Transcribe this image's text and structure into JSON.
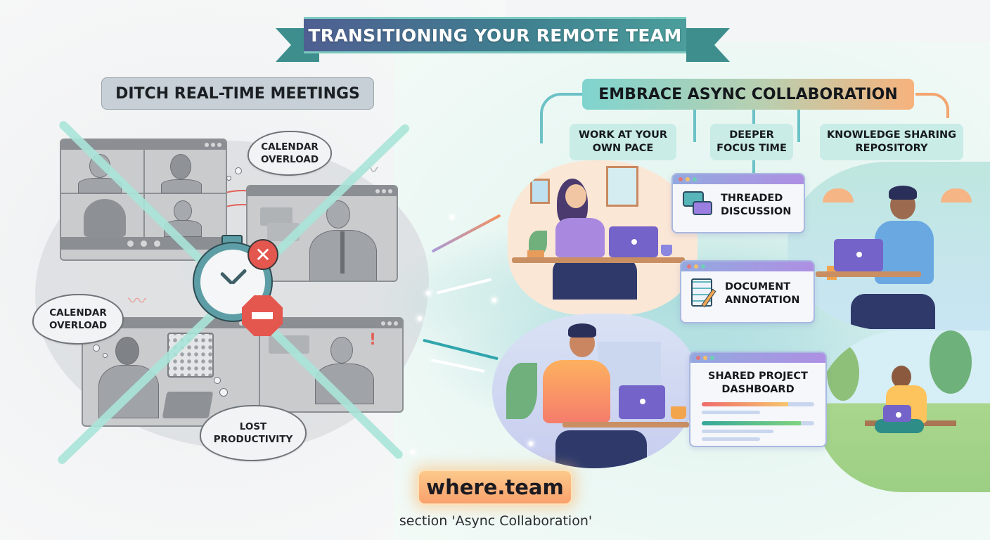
{
  "banner": {
    "title": "TRANSITIONING YOUR REMOTE TEAM"
  },
  "left": {
    "heading": "DITCH REAL-TIME MEETINGS",
    "clouds": [
      {
        "text": "CALENDAR\nOVERLOAD",
        "line1": "CALENDAR",
        "line2": "OVERLOAD"
      },
      {
        "text": "CALENDAR\nOVERLOAD",
        "line1": "CALENDAR",
        "line2": "OVERLOAD"
      },
      {
        "text": "LOST\nPRODUCTIVITY",
        "line1": "LOST",
        "line2": "PRODUCTIVITY"
      }
    ],
    "icons": [
      "video-call-grid",
      "stopwatch",
      "x-badge",
      "stop-sign",
      "calendar",
      "cross-out-lines"
    ]
  },
  "right": {
    "heading": "EMBRACE ASYNC COLLABORATION",
    "benefits": [
      {
        "line1": "WORK AT YOUR",
        "line2": "OWN PACE"
      },
      {
        "line1": "DEEPER",
        "line2": "FOCUS TIME"
      },
      {
        "line1": "KNOWLEDGE SHARING",
        "line2": "REPOSITORY"
      }
    ],
    "tools": [
      {
        "line1": "THREADED",
        "line2": "DISCUSSION",
        "icon": "chat-bubbles"
      },
      {
        "line1": "DOCUMENT",
        "line2": "ANNOTATION",
        "icon": "document-pencil"
      },
      {
        "line1": "SHARED PROJECT",
        "line2": "DASHBOARD",
        "icon": "progress-bars"
      }
    ],
    "colors": {
      "teal": "#6cc2c6",
      "orange": "#f7b27c",
      "purple": "#ae8fe3"
    }
  },
  "footer": {
    "brand": "where.team",
    "caption": "section 'Async Collaboration'"
  }
}
